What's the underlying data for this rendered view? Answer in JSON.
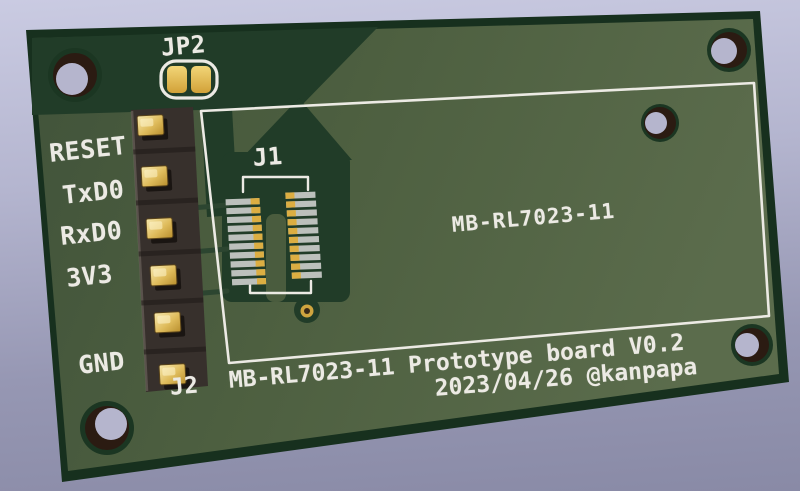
{
  "board": {
    "silkscreen": {
      "jp2_label": "JP2",
      "j1_label": "J1",
      "j2_label": "J2",
      "pin_labels": [
        "RESET",
        "TxD0",
        "RxD0",
        "3V3",
        "GND"
      ],
      "module_name": "MB-RL7023-11",
      "title": "MB-RL7023-11 Prototype board V0.2",
      "date_author": "2023/04/26 @kanpapa"
    },
    "colors": {
      "background_top": "#cacbe2",
      "background_bottom": "#898aa6",
      "board_edge": "#17301e",
      "soldermask": "#4d5f40",
      "copper_zone_dark": "#213c28",
      "silkscreen_white": "#eceae4",
      "pad_gold": "#dcae42",
      "pad_tin": "#bcc0bc",
      "header_body_black": "#37302c"
    }
  }
}
